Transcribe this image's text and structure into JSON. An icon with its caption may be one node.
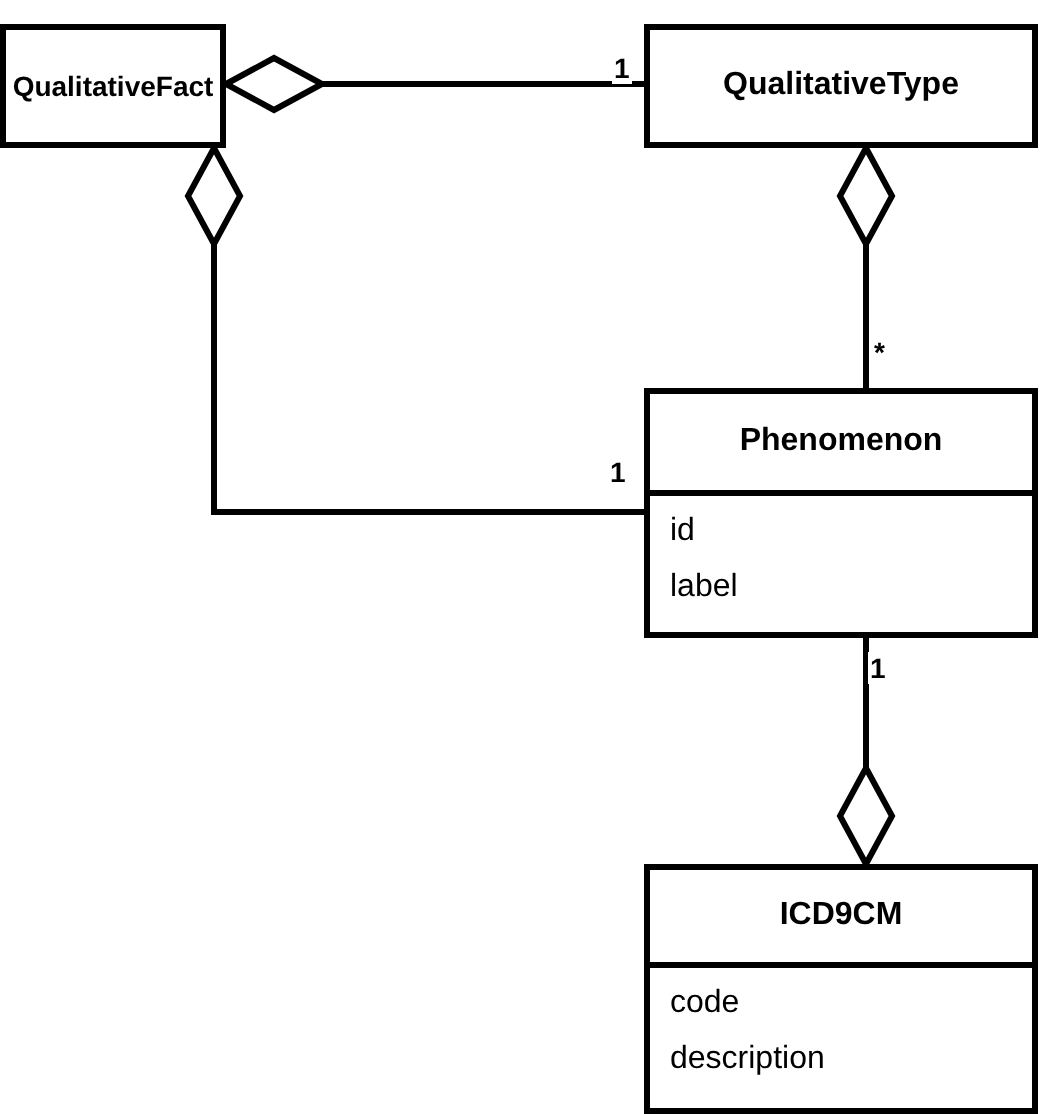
{
  "diagram": {
    "nodes": [
      {
        "text": [
          "QualitativeFact"
        ]
      },
      {
        "text": [
          "QualitativeType"
        ]
      },
      {
        "text": [
          "Phenomenon",
          "id",
          "label"
        ]
      },
      {
        "text": [
          "ICD9CM",
          "code",
          "description"
        ]
      }
    ],
    "edges": [
      {
        "from": 0,
        "to": 1,
        "arrow": "other",
        "label": "1"
      },
      {
        "from": 1,
        "to": 2,
        "arrow": "other",
        "label": "*"
      },
      {
        "from": 0,
        "to": 2,
        "arrow": "other",
        "label": "1"
      },
      {
        "from": 3,
        "to": 2,
        "arrow": "other",
        "label": "1"
      }
    ]
  }
}
